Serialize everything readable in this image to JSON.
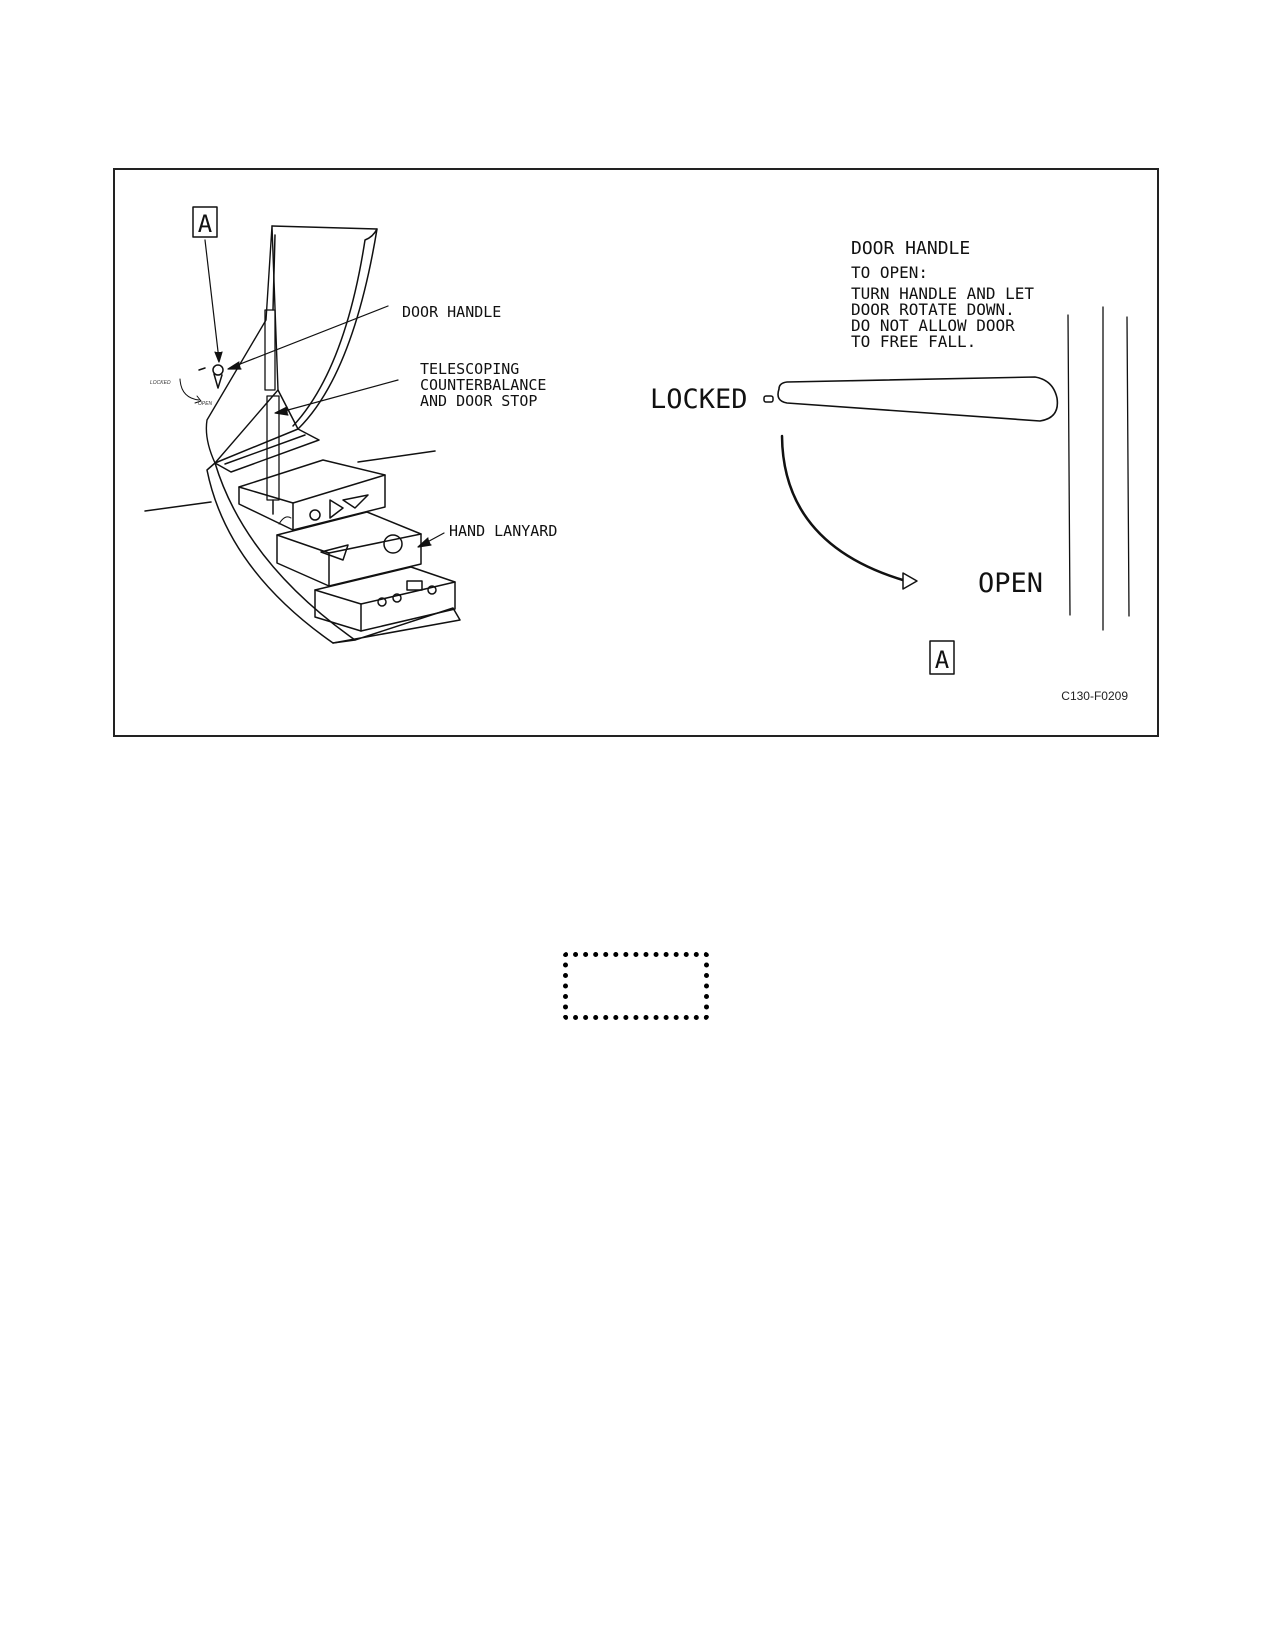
{
  "figure": {
    "callouts": {
      "door_handle": "DOOR HANDLE",
      "telescoping_line1": "TELESCOPING",
      "telescoping_line2": "COUNTERBALANCE",
      "telescoping_line3": "AND DOOR STOP",
      "hand_lanyard": "HAND LANYARD"
    },
    "view_marker": "A",
    "small_labels": {
      "locked": "LOCKED",
      "open": "OPEN"
    },
    "detail": {
      "title": "DOOR HANDLE",
      "instruction_heading": "TO OPEN:",
      "instruction_lines": [
        "TURN HANDLE AND LET",
        "DOOR ROTATE DOWN.",
        "DO NOT ALLOW DOOR",
        "TO FREE FALL."
      ],
      "locked_label": "LOCKED",
      "open_label": "OPEN"
    },
    "figure_id": "C130-F0209"
  }
}
